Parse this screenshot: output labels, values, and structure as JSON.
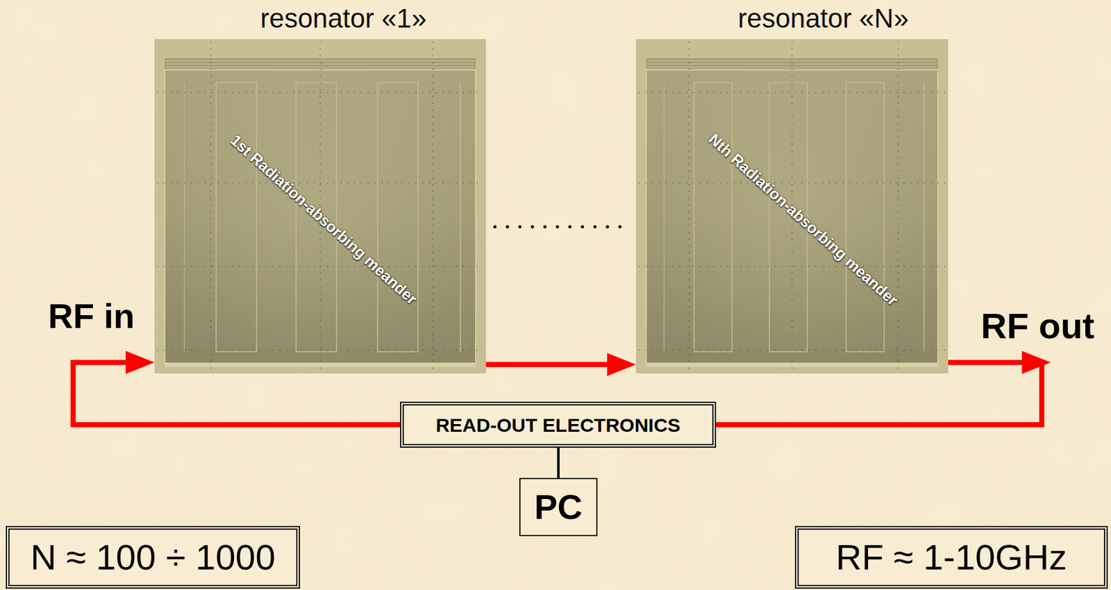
{
  "diagram": {
    "nodes": [
      {
        "text": [
          "resonator «1»",
          "1st Radiation-absorbing meander"
        ]
      },
      {
        "text": [
          "resonator «N»",
          "Nth Radiation-absorbing meander"
        ]
      },
      {
        "text": [
          "READ-OUT ELECTRONICS"
        ]
      },
      {
        "text": [
          "PC"
        ]
      },
      {
        "text": [
          "N ≈ 100 ÷ 1000"
        ]
      },
      {
        "text": [
          "RF ≈ 1-10GHz"
        ]
      }
    ],
    "edges": [
      {
        "from": 2,
        "to": 0,
        "arrow": "to"
      },
      {
        "from": 0,
        "to": 1,
        "arrow": "to"
      },
      {
        "from": 1,
        "to": 2,
        "arrow": "to"
      },
      {
        "from": 2,
        "to": 3,
        "arrow": "none"
      }
    ],
    "labels": [
      "RF in",
      "RF out"
    ]
  }
}
